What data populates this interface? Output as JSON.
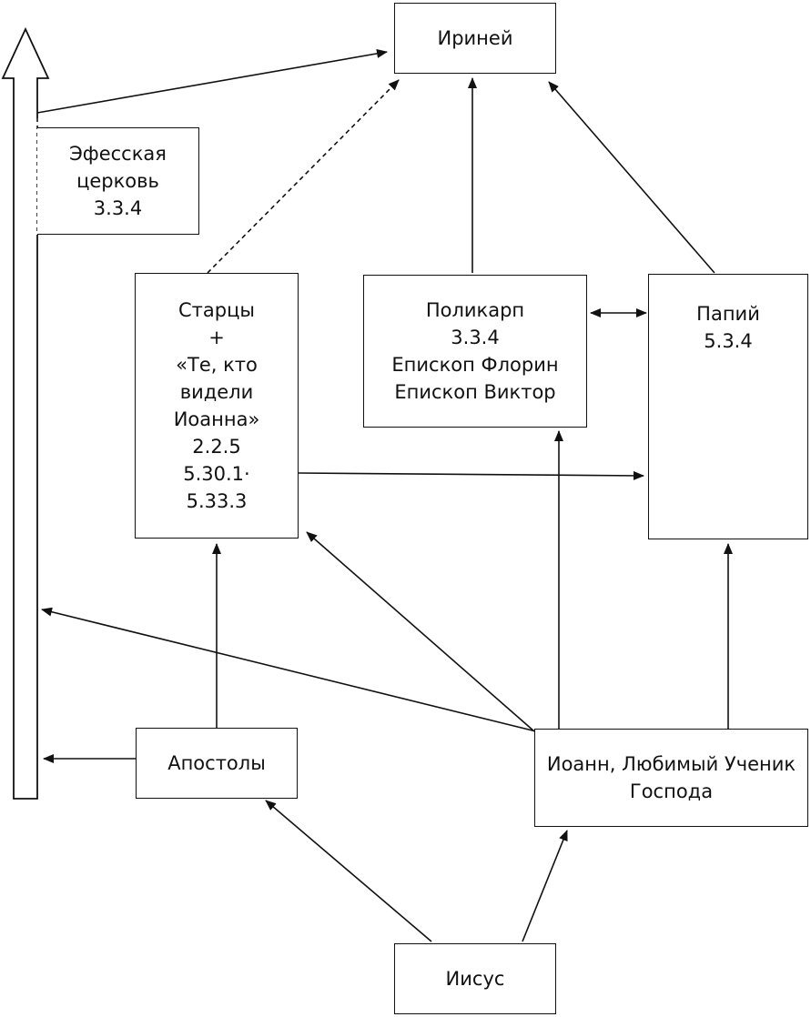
{
  "nodes": {
    "irenaeus": {
      "lines": [
        "Ириней"
      ]
    },
    "ephesus": {
      "lines": [
        "Эфесская",
        "церковь",
        "3.3.4"
      ]
    },
    "elders": {
      "lines": [
        "Старцы",
        "+",
        "«Те, кто",
        "видели",
        "Иоанна»",
        "2.2.5",
        "5.30.1·",
        "5.33.3"
      ]
    },
    "polycarp": {
      "lines": [
        "Поликарп",
        "3.3.4",
        "Епископ Флорин",
        "Епископ Виктор"
      ]
    },
    "papias": {
      "lines": [
        "Папий",
        "5.3.4"
      ]
    },
    "apostles": {
      "lines": [
        "Апостолы"
      ]
    },
    "john": {
      "lines": [
        "Иоанн, Любимый Ученик",
        "Господа"
      ]
    },
    "jesus": {
      "lines": [
        "Иисус"
      ]
    }
  },
  "edges": [
    {
      "from": "jesus",
      "to": "apostles",
      "style": "solid"
    },
    {
      "from": "jesus",
      "to": "john",
      "style": "solid"
    },
    {
      "from": "apostles",
      "to": "elders",
      "style": "solid"
    },
    {
      "from": "apostles",
      "to": "ephesus-stream",
      "style": "solid"
    },
    {
      "from": "john",
      "to": "ephesus-stream",
      "style": "solid"
    },
    {
      "from": "john",
      "to": "elders",
      "style": "solid"
    },
    {
      "from": "john",
      "to": "polycarp",
      "style": "solid"
    },
    {
      "from": "john",
      "to": "papias",
      "style": "solid"
    },
    {
      "from": "elders",
      "to": "papias",
      "style": "solid"
    },
    {
      "from": "polycarp",
      "to": "papias",
      "style": "bidirectional"
    },
    {
      "from": "elders",
      "to": "irenaeus",
      "style": "dashed"
    },
    {
      "from": "polycarp",
      "to": "irenaeus",
      "style": "solid"
    },
    {
      "from": "papias",
      "to": "irenaeus",
      "style": "solid"
    },
    {
      "from": "ephesus-stream",
      "to": "irenaeus",
      "style": "solid"
    }
  ]
}
